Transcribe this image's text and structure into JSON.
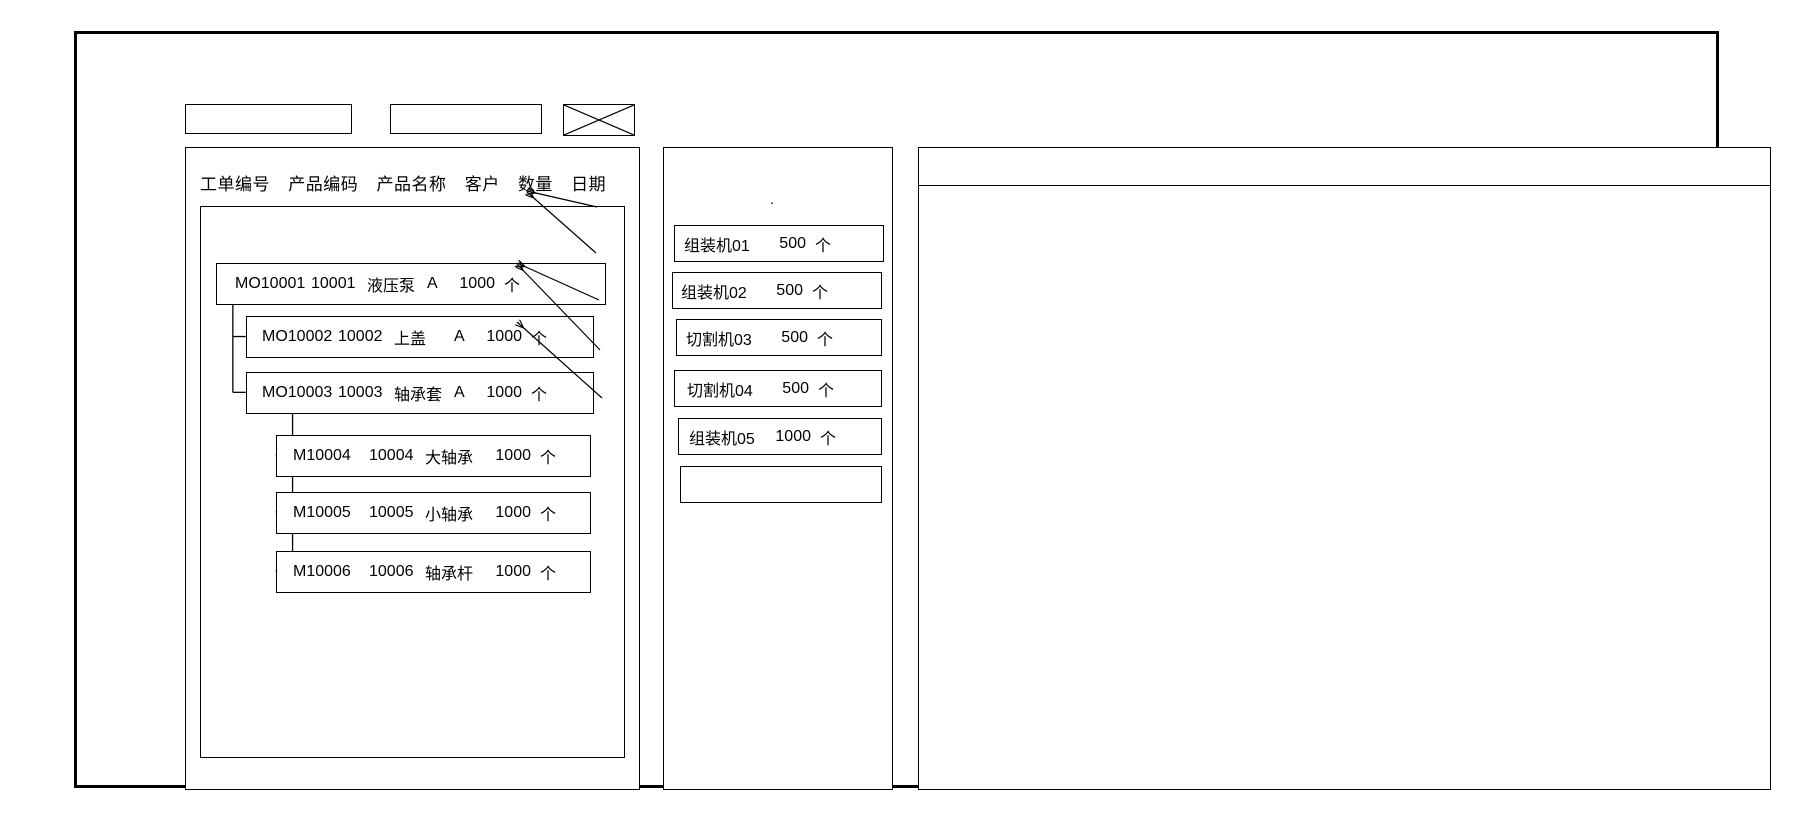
{
  "window": {
    "title": ""
  },
  "toolbar": {
    "boxes": [
      {
        "name": "toolbar-field-1",
        "label": ""
      },
      {
        "name": "toolbar-field-2",
        "label": ""
      }
    ],
    "placeholder_icon": "image-placeholder-icon"
  },
  "left_panel": {
    "columns": [
      "工单编号",
      "产品编码",
      "产品名称",
      "客户",
      "数量",
      "日期"
    ],
    "rows": [
      {
        "level": 0,
        "work_order": "MO10001",
        "product_code": "10001",
        "product_name": "液压泵",
        "customer": "A",
        "quantity": "1000",
        "unit": "个"
      },
      {
        "level": 1,
        "work_order": "MO10002",
        "product_code": "10002",
        "product_name": "上盖",
        "customer": "A",
        "quantity": "1000",
        "unit": "个"
      },
      {
        "level": 1,
        "work_order": "MO10003",
        "product_code": "10003",
        "product_name": "轴承套",
        "customer": "A",
        "quantity": "1000",
        "unit": "个"
      },
      {
        "level": 2,
        "work_order": "M10004",
        "product_code": "10004",
        "product_name": "大轴承",
        "customer": "",
        "quantity": "1000",
        "unit": "个"
      },
      {
        "level": 2,
        "work_order": "M10005",
        "product_code": "10005",
        "product_name": "小轴承",
        "customer": "",
        "quantity": "1000",
        "unit": "个"
      },
      {
        "level": 2,
        "work_order": "M10006",
        "product_code": "10006",
        "product_name": "轴承杆",
        "customer": "",
        "quantity": "1000",
        "unit": "个"
      }
    ]
  },
  "mid_panel": {
    "marker": ".",
    "machines": [
      {
        "name": "组装机01",
        "quantity": "500",
        "unit": "个"
      },
      {
        "name": "组装机02",
        "quantity": "500",
        "unit": "个"
      },
      {
        "name": "切割机03",
        "quantity": "500",
        "unit": "个"
      },
      {
        "name": "切割机04",
        "quantity": "500",
        "unit": "个"
      },
      {
        "name": "组装机05",
        "quantity": "1000",
        "unit": "个"
      },
      {
        "name": "",
        "quantity": "",
        "unit": ""
      }
    ]
  },
  "right_panel": {
    "header_text": "",
    "body_text": ""
  },
  "colors": {
    "stroke": "#000000",
    "background": "#ffffff"
  }
}
